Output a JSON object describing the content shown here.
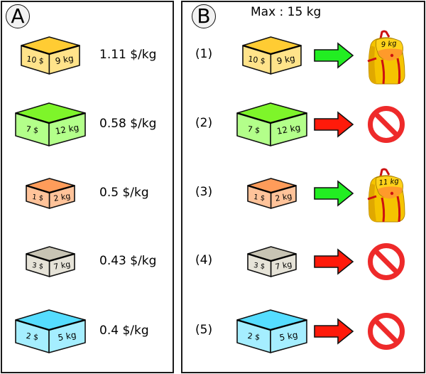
{
  "panel_a": {
    "badge": "A",
    "items": [
      {
        "price": "10 $",
        "weight": "9 kg",
        "ratio": "1.11 $/kg",
        "size": "medium",
        "colors": {
          "top": "#ffcc33",
          "side": "#ffe38a"
        }
      },
      {
        "price": "7 $",
        "weight": "12 kg",
        "ratio": "0.58 $/kg",
        "size": "large",
        "colors": {
          "top": "#7ef52a",
          "side": "#b3ff8a"
        }
      },
      {
        "price": "1 $",
        "weight": "2 kg",
        "ratio": "0.5 $/kg",
        "size": "small",
        "colors": {
          "top": "#ff9c5a",
          "side": "#ffc39a"
        }
      },
      {
        "price": "3 $",
        "weight": "7 kg",
        "ratio": "0.43 $/kg",
        "size": "small",
        "colors": {
          "top": "#c8c4b4",
          "side": "#e6e3d8"
        }
      },
      {
        "price": "2 $",
        "weight": "5 kg",
        "ratio": "0.4 $/kg",
        "size": "large",
        "colors": {
          "top": "#55ddff",
          "side": "#a5eeff"
        }
      }
    ]
  },
  "panel_b": {
    "badge": "B",
    "max_label": "Max : 15 kg",
    "steps": [
      {
        "label": "(1)",
        "price": "10 $",
        "weight": "9 kg",
        "size": "medium",
        "colors": {
          "top": "#ffcc33",
          "side": "#ffe38a"
        },
        "accepted": true,
        "arrow_color": "#22ee22",
        "backpack_label": "9 kg"
      },
      {
        "label": "(2)",
        "price": "7 $",
        "weight": "12 kg",
        "size": "large",
        "colors": {
          "top": "#7ef52a",
          "side": "#b3ff8a"
        },
        "accepted": false,
        "arrow_color": "#ff1a0a",
        "backpack_label": ""
      },
      {
        "label": "(3)",
        "price": "1 $",
        "weight": "2 kg",
        "size": "small",
        "colors": {
          "top": "#ff9c5a",
          "side": "#ffc39a"
        },
        "accepted": true,
        "arrow_color": "#22ee22",
        "backpack_label": "11 kg"
      },
      {
        "label": "(4)",
        "price": "3 $",
        "weight": "7 kg",
        "size": "small",
        "colors": {
          "top": "#c8c4b4",
          "side": "#e6e3d8"
        },
        "accepted": false,
        "arrow_color": "#ff1a0a",
        "backpack_label": ""
      },
      {
        "label": "(5)",
        "price": "2 $",
        "weight": "5 kg",
        "size": "large",
        "colors": {
          "top": "#55ddff",
          "side": "#a5eeff"
        },
        "accepted": false,
        "arrow_color": "#ff1a0a",
        "backpack_label": ""
      }
    ],
    "icons": {
      "accepted": "backpack-icon",
      "rejected": "prohibited-icon"
    }
  }
}
